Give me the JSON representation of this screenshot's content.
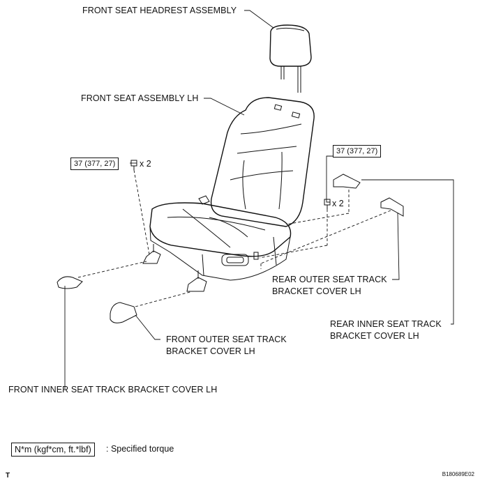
{
  "labels": {
    "headrest": "FRONT SEAT HEADREST ASSEMBLY",
    "seat_assembly": "FRONT SEAT ASSEMBLY LH",
    "rear_outer_line1": "REAR OUTER SEAT TRACK",
    "rear_outer_line2": "BRACKET COVER LH",
    "rear_inner_line1": "REAR INNER SEAT TRACK",
    "rear_inner_line2": "BRACKET COVER LH",
    "front_outer_line1": "FRONT OUTER SEAT TRACK",
    "front_outer_line2": "BRACKET COVER LH",
    "front_inner": "FRONT INNER SEAT TRACK BRACKET COVER LH"
  },
  "torque": {
    "left_value": "37 (377, 27)",
    "right_value": "37 (377, 27)",
    "left_qty": "x 2",
    "right_qty": "x 2"
  },
  "legend": {
    "unit": "N*m (kgf*cm, ft.*lbf)",
    "description": ": Specified torque"
  },
  "corner_mark": "T",
  "figure_code": "B180689E02"
}
